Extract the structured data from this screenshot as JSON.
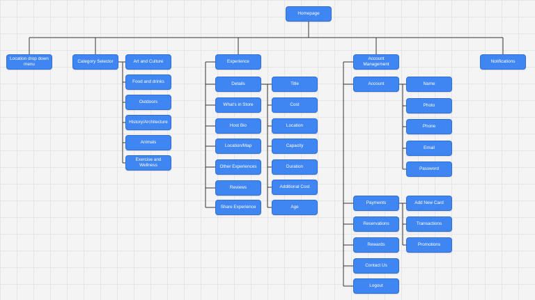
{
  "colors": {
    "node_fill": "#3f86f2",
    "node_border": "#2f6fd6",
    "node_text": "#ffffff",
    "connector": "#333333"
  },
  "nodes": {
    "homepage": "Homepage",
    "location_dropdown": "Location drop down menu",
    "category_selector": "Category Selector",
    "art_culture": "Art and Culture",
    "food_drinks": "Food and drinks",
    "outdoors": "Outdoors",
    "history_architecture": "History/Architecture",
    "animals": "Animals",
    "exercise_wellness": "Exercise and Wellness",
    "experience": "Experience",
    "details": "Details",
    "whats_in_store": "What's in Store",
    "host_bio": "Host Bio",
    "location_map": "Location/Map",
    "other_experiences": "Other Experiences",
    "reviews": "Reviews",
    "share_experience": "Share Experience",
    "title": "Title",
    "cost": "Cost",
    "location": "Location",
    "capacity": "Capacity",
    "duration": "Duration",
    "additional_cost": "Additional Cost",
    "age": "Age",
    "account_management": "Account Management",
    "account": "Account",
    "name": "Name",
    "photo": "Photo",
    "phone": "Phone",
    "email": "Email",
    "password": "Password",
    "payments": "Payments",
    "reservations": "Reservations",
    "rewards": "Rewards",
    "contact_us": "Contact Us",
    "logout": "Logout",
    "add_new_card": "Add New Card",
    "transactions": "Transactions",
    "promotions": "Promotions",
    "notifications": "Notifications"
  }
}
